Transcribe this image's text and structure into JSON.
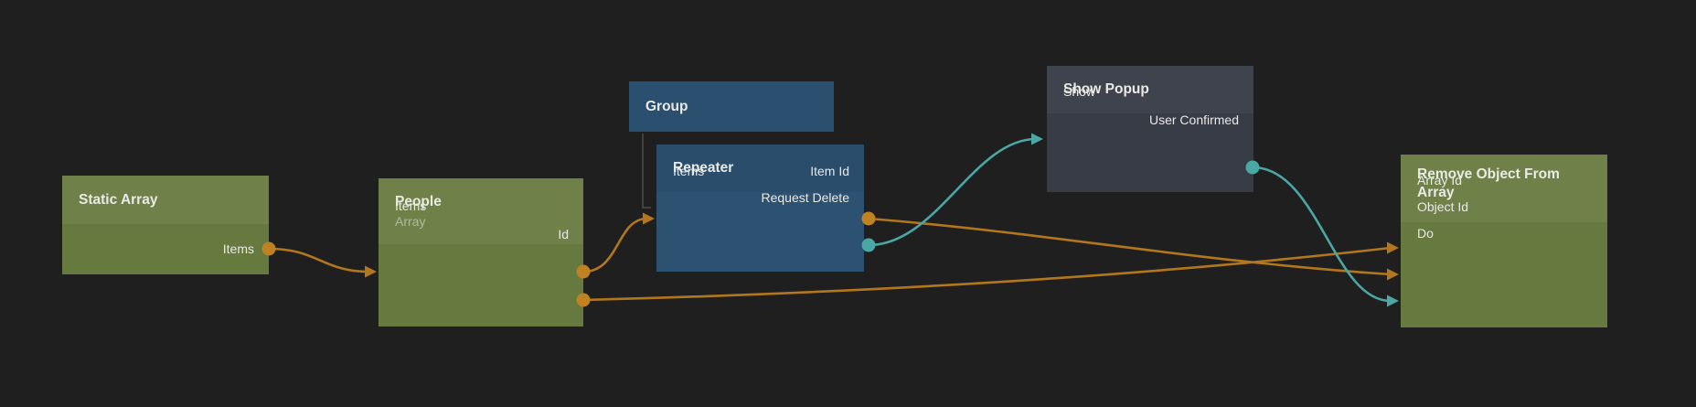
{
  "app": {
    "name": "node-graph-editor",
    "background": "#1f1f20"
  },
  "colors": {
    "wire_orange": "#b2771e",
    "wire_teal": "#4ba7a3",
    "dot_orange": "#bf8121",
    "dot_teal": "#4aa8a4",
    "green_node_header": "#6f8149",
    "green_node_body": "#66793f",
    "blue_node_header": "#2a4d6b",
    "blue_node_body": "#2d5271",
    "slate_node_header": "#3f434e",
    "slate_node_body": "#383c46"
  },
  "nodes": {
    "static_array": {
      "title": "Static Array",
      "ports": {
        "items_out": "Items"
      }
    },
    "people": {
      "title": "People",
      "subtitle": "Array",
      "ports": {
        "items": "Items",
        "id_out": "Id"
      }
    },
    "group": {
      "title": "Group",
      "children": [
        "Repeater"
      ]
    },
    "repeater": {
      "title": "Repeater",
      "ports": {
        "items_in": "Items",
        "item_id_out": "Item Id",
        "request_delete_out": "Request Delete"
      }
    },
    "show_popup": {
      "title": "Show Popup",
      "ports": {
        "show_in": "Show",
        "user_confirmed_out": "User Confirmed"
      }
    },
    "remove_object": {
      "title": "Remove Object From Array",
      "ports": {
        "array_id_in": "Array Id",
        "object_id_in": "Object Id",
        "do_in": "Do"
      }
    }
  },
  "connections": [
    {
      "from": "Static Array.Items",
      "to": "People.Items",
      "color": "orange"
    },
    {
      "from": "People.Items",
      "to": "Repeater.Items",
      "color": "orange"
    },
    {
      "from": "People.Id",
      "to": "Remove Object From Array.Array Id",
      "color": "orange"
    },
    {
      "from": "Repeater.Item Id",
      "to": "Remove Object From Array.Object Id",
      "color": "orange"
    },
    {
      "from": "Repeater.Request Delete",
      "to": "Show Popup.Show",
      "color": "teal"
    },
    {
      "from": "Show Popup.User Confirmed",
      "to": "Remove Object From Array.Do",
      "color": "teal"
    }
  ]
}
